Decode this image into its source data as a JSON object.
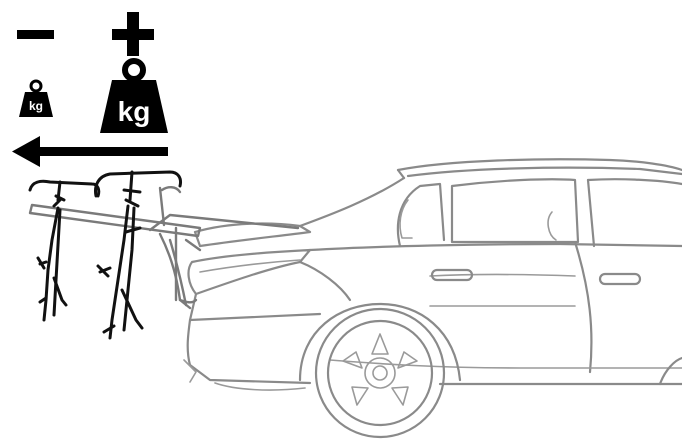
{
  "legend": {
    "minus_symbol": "minus",
    "plus_symbol": "plus",
    "small_weight_label": "kg",
    "large_weight_label": "kg",
    "arrow_direction": "left"
  },
  "colors": {
    "symbols": "#000000",
    "car": "#8a8a8a",
    "bikes": "#111111",
    "rack": "#7a7a7a"
  },
  "icons": [
    "minus-icon",
    "plus-icon",
    "weight-small-icon",
    "weight-large-icon",
    "arrow-left-icon",
    "bicycle-icon",
    "bicycle-icon",
    "bike-rack-icon",
    "car-icon"
  ]
}
